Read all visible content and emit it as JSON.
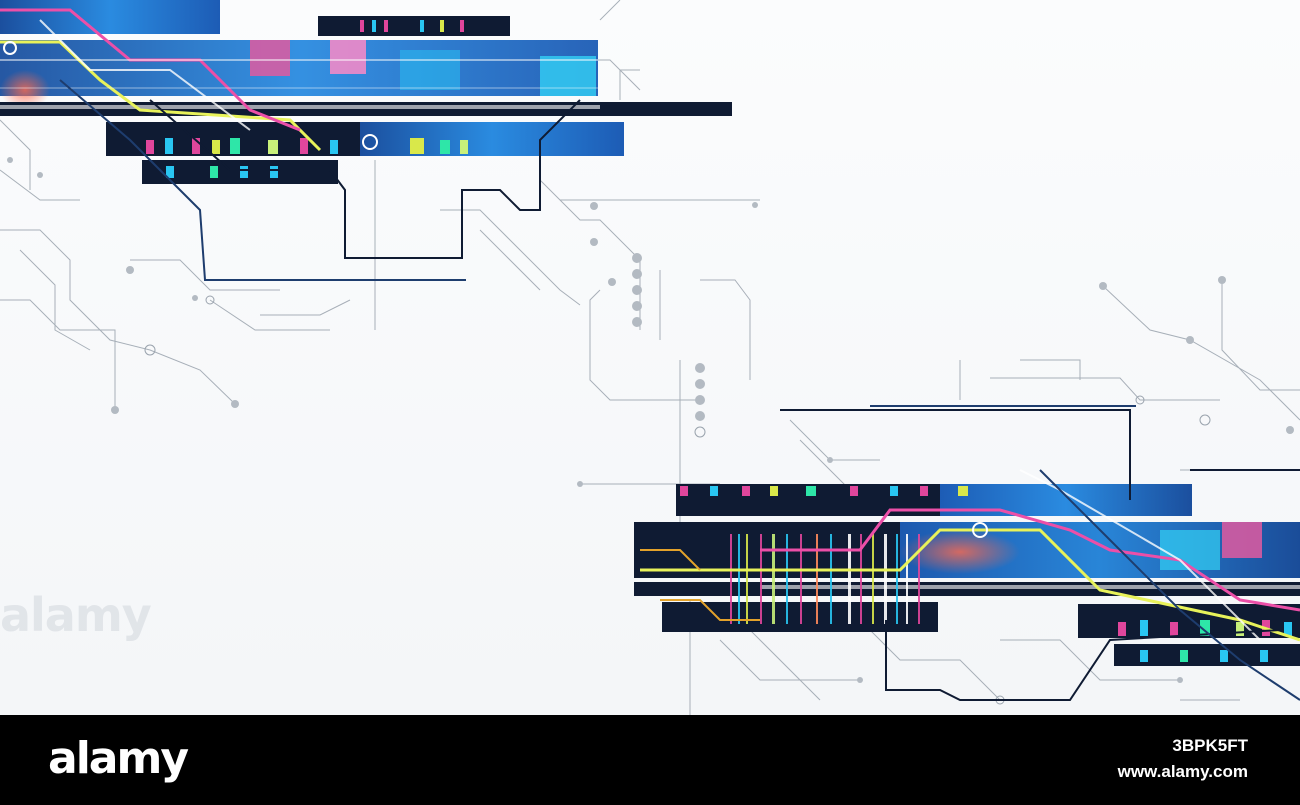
{
  "image": {
    "subject": "abstract-circuit-glitch-background",
    "colors": {
      "background": "#f6f8fa",
      "navy": "#0f1b33",
      "blue": "#1a6fd6",
      "cyan": "#29c6f2",
      "magenta": "#e0469c",
      "yellow": "#d9e84a",
      "trace_gray": "#9aa3ad",
      "footer": "#000000"
    }
  },
  "watermark": {
    "faint_text": "alamy"
  },
  "footer": {
    "logo_text": "alamy",
    "image_id": "3BPK5FT",
    "site": "www.alamy.com"
  }
}
